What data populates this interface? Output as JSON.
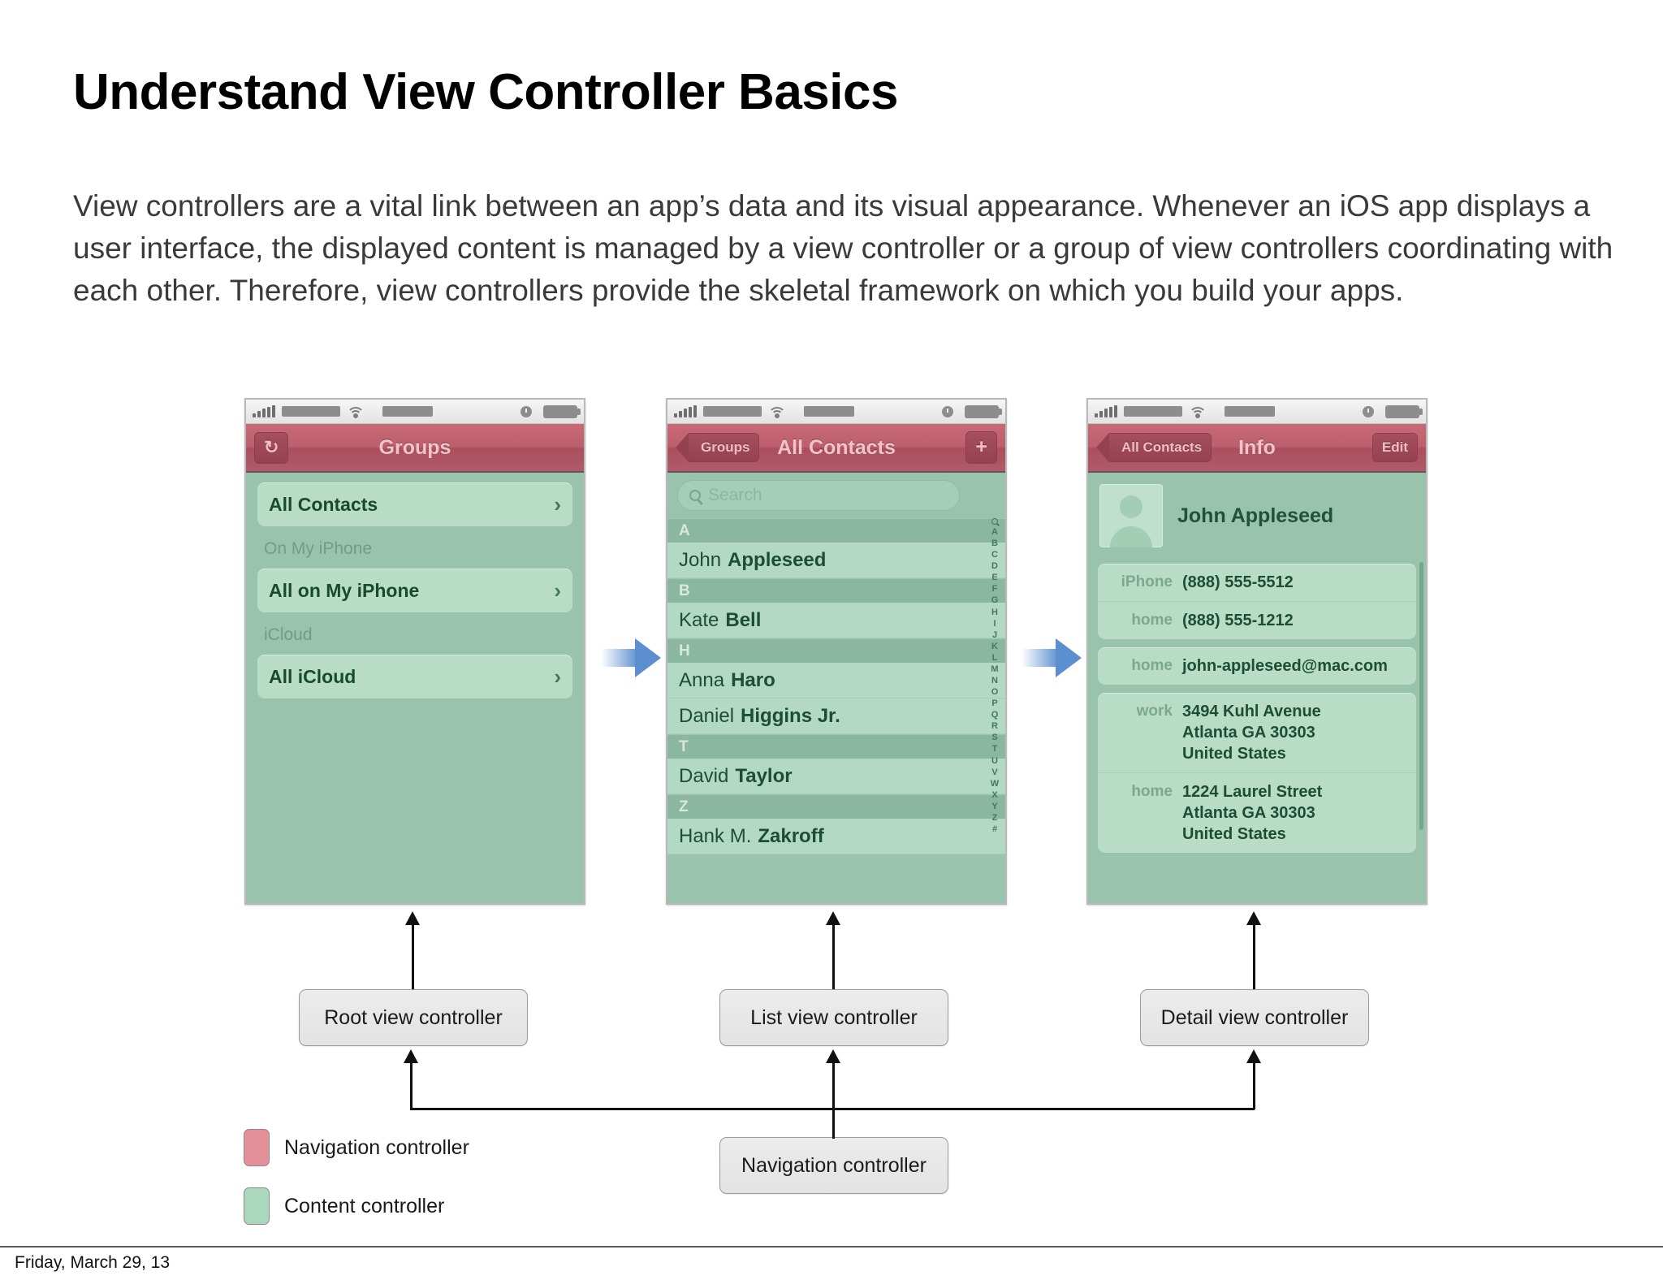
{
  "slide": {
    "title": "Understand View Controller Basics",
    "body": "View controllers are a vital link between an app’s data and its visual appearance. Whenever an iOS app displays a user interface, the displayed content is managed by a view controller or a group of view controllers coordinating with each other. Therefore, view controllers provide the skeletal framework on which you build your apps.",
    "footer_date": "Friday, March 29, 13"
  },
  "colors": {
    "nav_controller": "#e49098",
    "content_controller": "#a9d8bd",
    "navbar_red": "#bd5f6c",
    "screen_green": "#9ac3ae",
    "row_green": "#b9dcc6",
    "arrow_blue": "#5b8fd0"
  },
  "phone1": {
    "name": "root-view-controller-screen",
    "navbar": {
      "title": "Groups",
      "left_button_icon": "refresh-icon",
      "left_button_glyph": "↻"
    },
    "rows": [
      {
        "type": "row",
        "label": "All Contacts",
        "chevron": "›"
      },
      {
        "type": "header",
        "label": "On My iPhone"
      },
      {
        "type": "row",
        "label": "All on My iPhone",
        "chevron": "›"
      },
      {
        "type": "header",
        "label": "iCloud"
      },
      {
        "type": "row",
        "label": "All iCloud",
        "chevron": "›"
      }
    ]
  },
  "phone2": {
    "name": "list-view-controller-screen",
    "navbar": {
      "back_label": "Groups",
      "title": "All Contacts",
      "right_button_icon": "plus-icon",
      "right_button_glyph": "+"
    },
    "search": {
      "placeholder": "Search",
      "icon": "search-icon"
    },
    "rows": [
      {
        "type": "header",
        "label": "A"
      },
      {
        "type": "contact",
        "first": "John",
        "last": "Appleseed"
      },
      {
        "type": "header",
        "label": "B"
      },
      {
        "type": "contact",
        "first": "Kate",
        "last": "Bell"
      },
      {
        "type": "header",
        "label": "H"
      },
      {
        "type": "contact",
        "first": "Anna",
        "last": "Haro"
      },
      {
        "type": "contact",
        "first": "Daniel",
        "last": "Higgins Jr."
      },
      {
        "type": "header",
        "label": "T"
      },
      {
        "type": "contact",
        "first": "David",
        "last": "Taylor"
      },
      {
        "type": "header",
        "label": "Z"
      },
      {
        "type": "contact",
        "first": "Hank M.",
        "last": "Zakroff"
      }
    ],
    "index_letters": [
      "A",
      "B",
      "C",
      "D",
      "E",
      "F",
      "G",
      "H",
      "I",
      "J",
      "K",
      "L",
      "M",
      "N",
      "O",
      "P",
      "Q",
      "R",
      "S",
      "T",
      "U",
      "V",
      "W",
      "X",
      "Y",
      "Z",
      "#"
    ]
  },
  "phone3": {
    "name": "detail-view-controller-screen",
    "navbar": {
      "back_label": "All Contacts",
      "title": "Info",
      "right_label": "Edit"
    },
    "contact_name": "John Appleseed",
    "cards": [
      {
        "fields": [
          {
            "label": "iPhone",
            "value": "(888) 555-5512"
          },
          {
            "label": "home",
            "value": "(888) 555-1212"
          }
        ]
      },
      {
        "fields": [
          {
            "label": "home",
            "value": "john-appleseed@mac.com"
          }
        ]
      },
      {
        "fields": [
          {
            "label": "work",
            "value": "3494 Kuhl Avenue\nAtlanta GA 30303\nUnited States"
          },
          {
            "label": "home",
            "value": "1224 Laurel Street\nAtlanta GA 30303\nUnited States"
          }
        ]
      }
    ]
  },
  "callouts": {
    "root": "Root view controller",
    "list": "List view controller",
    "detail": "Detail view controller",
    "nav": "Navigation controller"
  },
  "legend": [
    {
      "label": "Navigation controller",
      "color": "#e49098"
    },
    {
      "label": "Content controller",
      "color": "#a9d8bd"
    }
  ]
}
